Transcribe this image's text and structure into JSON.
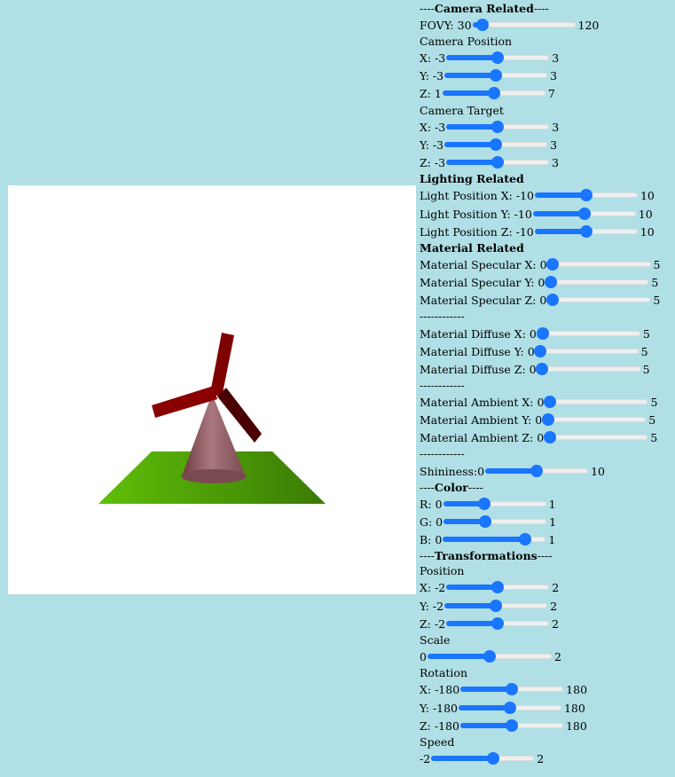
{
  "camera": {
    "heading_prefix": "---- ",
    "heading": "Camera Related",
    "heading_suffix": " ----",
    "fovy": {
      "label": "FOVY: 30",
      "max": "120",
      "value": 0.1
    },
    "position_label": "Camera Position",
    "position": [
      {
        "label": "X: -3",
        "max": "3",
        "value": 0.5
      },
      {
        "label": "Y: -3",
        "max": "3",
        "value": 0.5
      },
      {
        "label": "Z: 1",
        "max": "7",
        "value": 0.5
      }
    ],
    "target_label": "Camera Target",
    "target": [
      {
        "label": "X: -3",
        "max": "3",
        "value": 0.5
      },
      {
        "label": "Y: -3",
        "max": "3",
        "value": 0.5
      },
      {
        "label": "Z: -3",
        "max": "3",
        "value": 0.5
      }
    ]
  },
  "lighting": {
    "heading": "Lighting Related",
    "sliders": [
      {
        "label": "Light Position X: -10",
        "max": "10",
        "value": 0.5
      },
      {
        "label": "Light Position Y: -10",
        "max": "10",
        "value": 0.5
      },
      {
        "label": "Light Position Z: -10",
        "max": "10",
        "value": 0.5
      }
    ]
  },
  "material": {
    "heading": "Material Related",
    "specular": [
      {
        "label": "Material Specular X: 0",
        "max": "5",
        "value": 0.05
      },
      {
        "label": "Material Specular Y: 0",
        "max": "5",
        "value": 0.05
      },
      {
        "label": "Material Specular Z: 0",
        "max": "5",
        "value": 0.05
      }
    ],
    "sep1": "------------",
    "diffuse": [
      {
        "label": "Material Diffuse X: 0",
        "max": "5",
        "value": 0.05
      },
      {
        "label": "Material Diffuse Y: 0",
        "max": "5",
        "value": 0.05
      },
      {
        "label": "Material Diffuse Z: 0",
        "max": "5",
        "value": 0.05
      }
    ],
    "sep2": "------------",
    "ambient": [
      {
        "label": "Material Ambient X: 0",
        "max": "5",
        "value": 0.05
      },
      {
        "label": "Material Ambient Y: 0",
        "max": "5",
        "value": 0.05
      },
      {
        "label": "Material Ambient Z: 0",
        "max": "5",
        "value": 0.05
      }
    ],
    "sep3": "------------",
    "shininess": {
      "label": "Shininess:0",
      "max": "10",
      "value": 0.5
    }
  },
  "color": {
    "heading_prefix": "---- ",
    "heading": "Color",
    "heading_suffix": " ----",
    "sliders": [
      {
        "label": "R: 0",
        "max": "1",
        "value": 0.4
      },
      {
        "label": "G: 0",
        "max": "1",
        "value": 0.4
      },
      {
        "label": "B: 0",
        "max": "1",
        "value": 0.8
      }
    ]
  },
  "transform": {
    "heading_prefix": "---- ",
    "heading": "Transformations",
    "heading_suffix": " ----",
    "position_label": "Position",
    "position": [
      {
        "label": "X: -2",
        "max": "2",
        "value": 0.5
      },
      {
        "label": "Y: -2",
        "max": "2",
        "value": 0.5
      },
      {
        "label": "Z: -2",
        "max": "2",
        "value": 0.5
      }
    ],
    "scale_label": "Scale",
    "scale": {
      "label": "0",
      "max": "2",
      "value": 0.5
    },
    "rotation_label": "Rotation",
    "rotation": [
      {
        "label": "X: -180",
        "max": "180",
        "value": 0.5
      },
      {
        "label": "Y: -180",
        "max": "180",
        "value": 0.5
      },
      {
        "label": "Z: -180",
        "max": "180",
        "value": 0.5
      }
    ],
    "speed_label": "Speed",
    "speed": {
      "label": "-2",
      "max": "2",
      "value": 0.6
    }
  },
  "scene": {
    "ground_color": "#4caf0e",
    "tower_color": "#8a5a60",
    "blade_color": "#7a0000"
  }
}
